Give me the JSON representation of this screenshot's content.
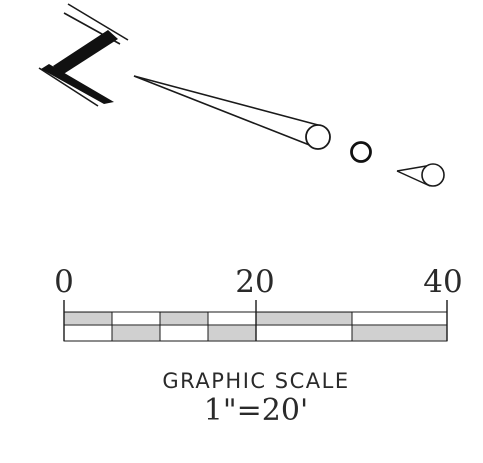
{
  "scale": {
    "tick_labels": [
      "0",
      "20",
      "40"
    ],
    "title": "GRAPHIC SCALE",
    "ratio": "1\"=20'"
  },
  "colors": {
    "ink": "#1a1a1a",
    "hatch": "#8a8a8a",
    "fill_light": "#d9d9d9"
  }
}
